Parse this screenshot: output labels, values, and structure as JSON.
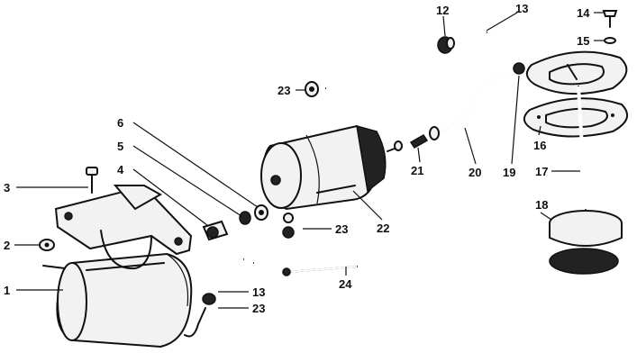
{
  "diagram": {
    "colors": {
      "ink": "#111111",
      "background": "#ffffff"
    },
    "callouts": [
      {
        "id": "c1",
        "label": "1"
      },
      {
        "id": "c2",
        "label": "2"
      },
      {
        "id": "c3",
        "label": "3"
      },
      {
        "id": "c4",
        "label": "4"
      },
      {
        "id": "c5",
        "label": "5"
      },
      {
        "id": "c6",
        "label": "6"
      },
      {
        "id": "c12",
        "label": "12"
      },
      {
        "id": "c13a",
        "label": "13"
      },
      {
        "id": "c13b",
        "label": "13"
      },
      {
        "id": "c14",
        "label": "14"
      },
      {
        "id": "c15",
        "label": "15"
      },
      {
        "id": "c16",
        "label": "16"
      },
      {
        "id": "c17",
        "label": "17"
      },
      {
        "id": "c18",
        "label": "18"
      },
      {
        "id": "c19",
        "label": "19"
      },
      {
        "id": "c20",
        "label": "20"
      },
      {
        "id": "c21",
        "label": "21"
      },
      {
        "id": "c22",
        "label": "22"
      },
      {
        "id": "c23a",
        "label": "23"
      },
      {
        "id": "c23b",
        "label": "23"
      },
      {
        "id": "c23c",
        "label": "23"
      },
      {
        "id": "c24",
        "label": "24"
      }
    ]
  }
}
